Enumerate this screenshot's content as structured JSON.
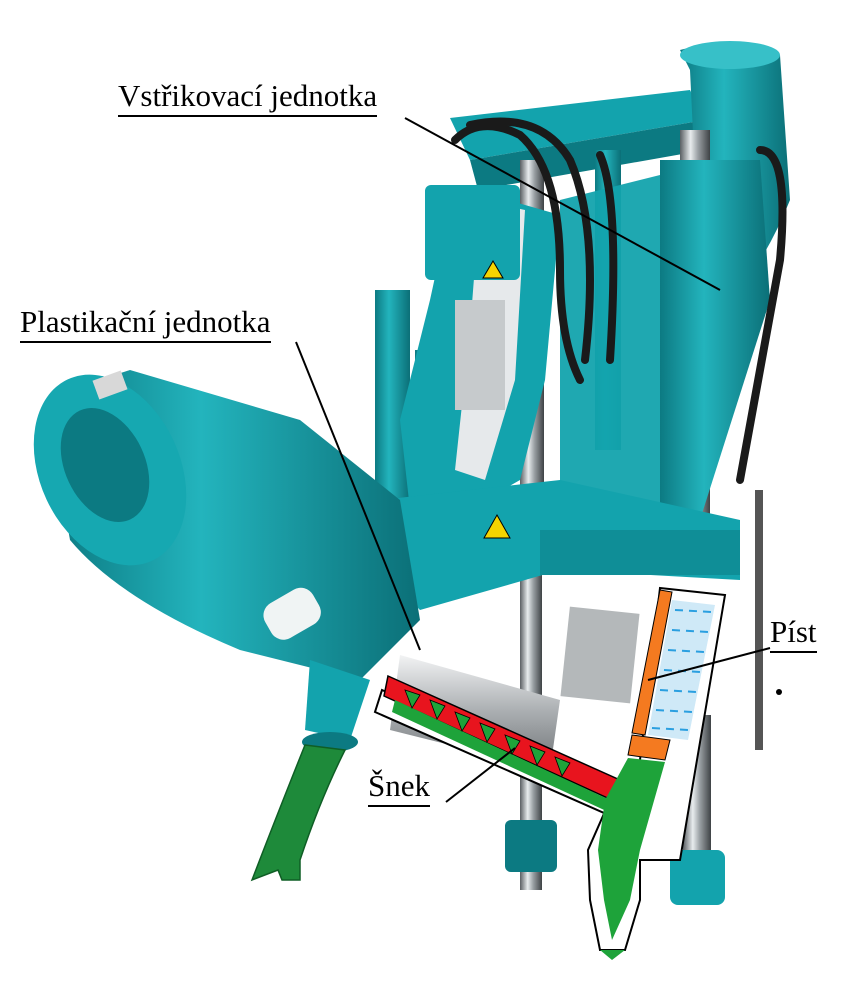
{
  "labels": {
    "injection_unit": "Vstřikovací jednotka",
    "plasticizing_unit": "Plastikační jednotka",
    "piston": "Píst",
    "screw": "Šnek"
  },
  "colors": {
    "machine_teal": "#13a3ad",
    "machine_teal_dark": "#0c7a82",
    "machine_teal_light": "#37c0c8",
    "steel": "#b9bdc0",
    "melt_green": "#1ea33a",
    "screw_red": "#e8141e",
    "piston_orange": "#f47a20",
    "water_blue": "#2a9fe0",
    "hose_black": "#1a1a1a",
    "leader_line": "#000000"
  }
}
